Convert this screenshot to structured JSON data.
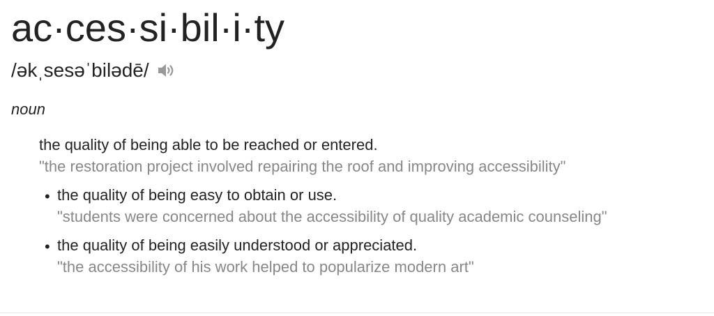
{
  "entry": {
    "headword": "ac·ces·si·bil·i·ty",
    "pronunciation": "/əkˌsesəˈbilədē/",
    "speaker_icon": "speaker-icon",
    "part_of_speech": "noun",
    "senses": [
      {
        "definition": "the quality of being able to be reached or entered.",
        "example": "\"the restoration project involved repairing the roof and improving accessibility\""
      },
      {
        "bullet": "•",
        "definition": "the quality of being easy to obtain or use.",
        "example": "\"students were concerned about the accessibility of quality academic counseling\""
      },
      {
        "bullet": "•",
        "definition": "the quality of being easily understood or appreciated.",
        "example": "\"the accessibility of his work helped to popularize modern art\""
      }
    ]
  },
  "colors": {
    "text": "#222222",
    "example_text": "#878787",
    "icon": "#999999"
  }
}
